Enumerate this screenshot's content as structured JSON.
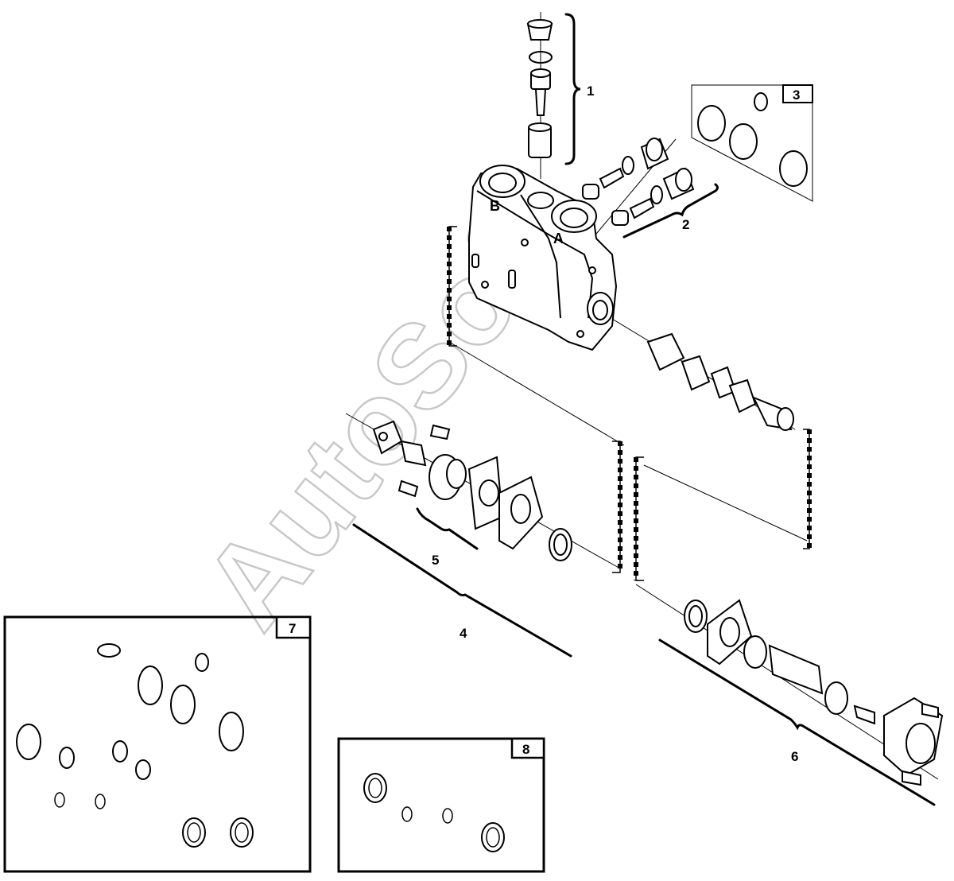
{
  "diagram": {
    "callouts": {
      "c1": "1",
      "c2": "2",
      "c3": "3",
      "c4": "4",
      "c5": "5",
      "c6": "6",
      "c7": "7",
      "c8": "8"
    },
    "ports": {
      "a": "A",
      "b": "B"
    },
    "watermark": "AutoSoft"
  }
}
